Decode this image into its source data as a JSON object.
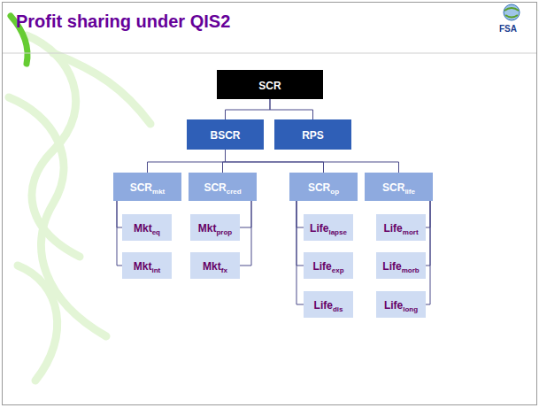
{
  "diagram": {
    "title": "Profit sharing under QIS2",
    "nodes": [
      {
        "text": [
          "SCR"
        ]
      },
      {
        "text": [
          "BSCR"
        ]
      },
      {
        "text": [
          "RPS"
        ]
      },
      {
        "text": [
          "SCR",
          "mkt"
        ]
      },
      {
        "text": [
          "SCR",
          "cred"
        ]
      },
      {
        "text": [
          "SCR",
          "op"
        ]
      },
      {
        "text": [
          "SCR",
          "life"
        ]
      },
      {
        "text": [
          "Mkt",
          "eq"
        ]
      },
      {
        "text": [
          "Mkt",
          "prop"
        ]
      },
      {
        "text": [
          "Mkt",
          "int"
        ]
      },
      {
        "text": [
          "Mkt",
          "fx"
        ]
      },
      {
        "text": [
          "Life",
          "lapse"
        ]
      },
      {
        "text": [
          "Life",
          "mort"
        ]
      },
      {
        "text": [
          "Life",
          "exp"
        ]
      },
      {
        "text": [
          "Life",
          "morb"
        ]
      },
      {
        "text": [
          "Life",
          "dis"
        ]
      },
      {
        "text": [
          "Life",
          "long"
        ]
      }
    ],
    "edges": [
      {
        "from": 0,
        "to": 1,
        "arrow": "none"
      },
      {
        "from": 0,
        "to": 2,
        "arrow": "none"
      },
      {
        "from": 1,
        "to": 3,
        "arrow": "none"
      },
      {
        "from": 1,
        "to": 4,
        "arrow": "none"
      },
      {
        "from": 1,
        "to": 5,
        "arrow": "none"
      },
      {
        "from": 1,
        "to": 6,
        "arrow": "none"
      },
      {
        "from": 3,
        "to": 7,
        "arrow": "none"
      },
      {
        "from": 3,
        "to": 9,
        "arrow": "none"
      },
      {
        "from": 4,
        "to": 8,
        "arrow": "none"
      },
      {
        "from": 4,
        "to": 10,
        "arrow": "none"
      },
      {
        "from": 5,
        "to": 11,
        "arrow": "none"
      },
      {
        "from": 5,
        "to": 13,
        "arrow": "none"
      },
      {
        "from": 5,
        "to": 15,
        "arrow": "none"
      },
      {
        "from": 6,
        "to": 12,
        "arrow": "none"
      },
      {
        "from": 6,
        "to": 14,
        "arrow": "none"
      },
      {
        "from": 6,
        "to": 16,
        "arrow": "none"
      }
    ],
    "labels": [
      "FSA"
    ]
  }
}
